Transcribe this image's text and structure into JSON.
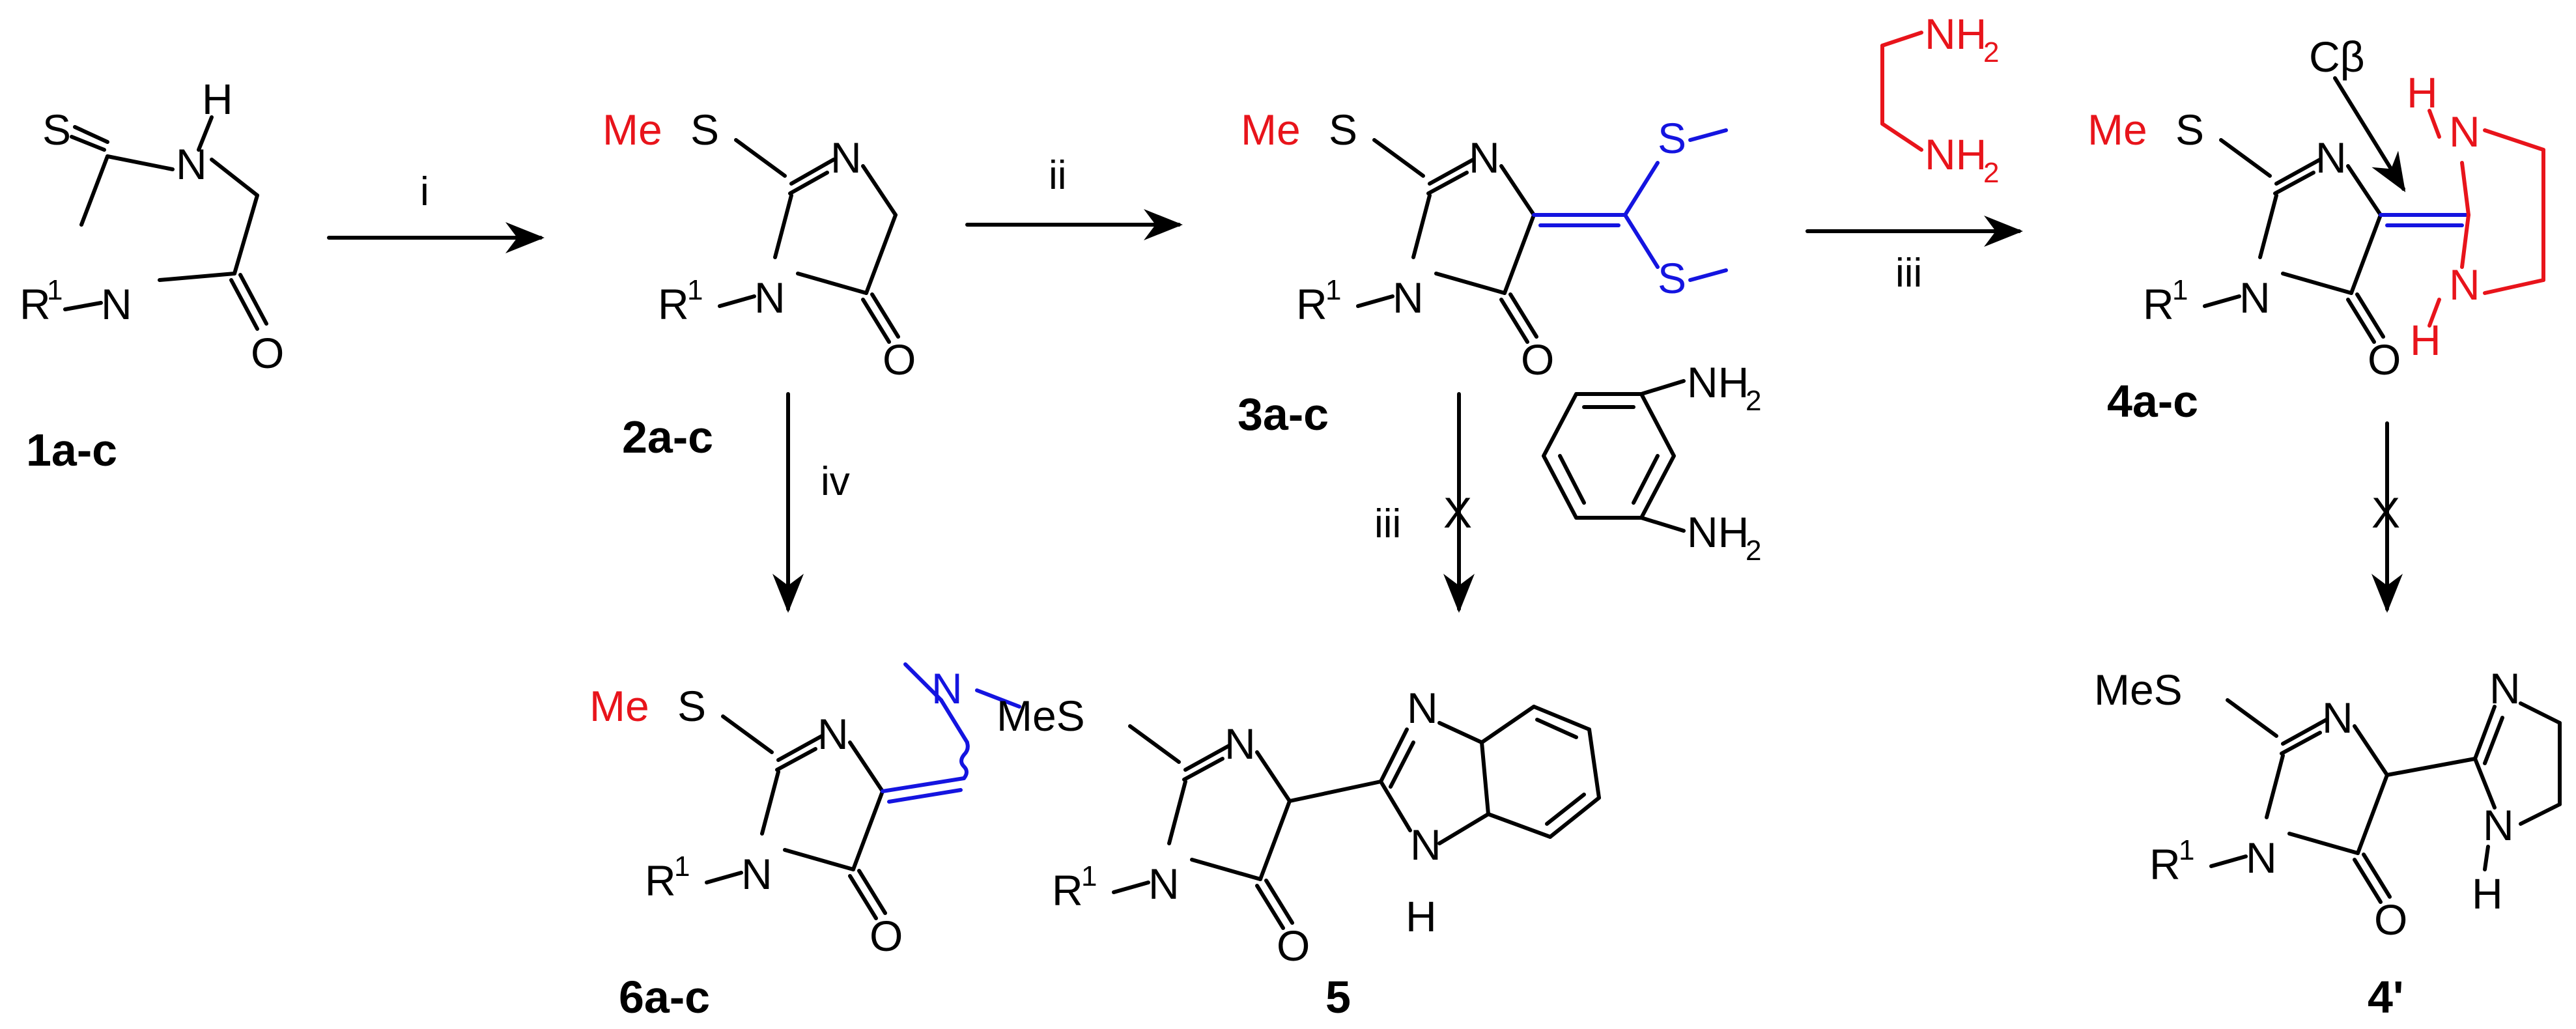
{
  "colors": {
    "black": "#000000",
    "red": "#e8141b",
    "blue": "#1414e0"
  },
  "atoms": {
    "S": "S",
    "N": "N",
    "H": "H",
    "O": "O",
    "R": "R",
    "one": "1",
    "MeS": "MeS",
    "Me": "Me",
    "NH": "NH",
    "two": "2",
    "Cbeta": "Cβ"
  },
  "reagents": {
    "i": "i",
    "ii": "ii",
    "iii": "iii",
    "iv": "iv",
    "blocked": "X"
  },
  "compounds": {
    "c1": "1a-c",
    "c2": "2a-c",
    "c3": "3a-c",
    "c4": "4a-c",
    "c5": "5",
    "c6": "6a-c",
    "c4p": "4'"
  }
}
